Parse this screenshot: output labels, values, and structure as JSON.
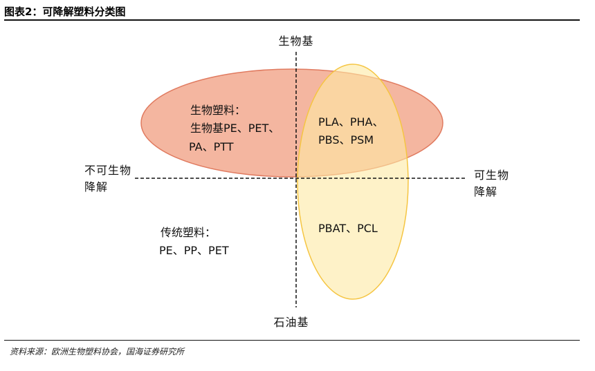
{
  "header": {
    "title": "图表2：可降解塑料分类图"
  },
  "axes": {
    "top": "生物基",
    "bottom": "石油基",
    "left_line1": "不可生物",
    "left_line2": "降解",
    "right_line1": "可生物",
    "right_line2": "降解"
  },
  "regions": {
    "bio_plastic": {
      "line1": "生物塑料：",
      "line2": "生物基PE、PET、",
      "line3": "PA、PTT"
    },
    "overlap": {
      "line1": "PLA、PHA、",
      "line2": "PBS、PSM"
    },
    "petro_degradable": {
      "line1": "PBAT、PCL"
    },
    "traditional": {
      "line1": "传统塑料：",
      "line2": "PE、PP、PET"
    }
  },
  "colors": {
    "bio_ellipse_fill": "#f2a98f",
    "bio_ellipse_stroke": "#e07a5f",
    "degradable_ellipse_fill": "#fde9a3",
    "degradable_ellipse_stroke": "#f5c542"
  },
  "footer": {
    "source": "资料来源：欧洲生物塑料协会，国海证券研究所"
  }
}
